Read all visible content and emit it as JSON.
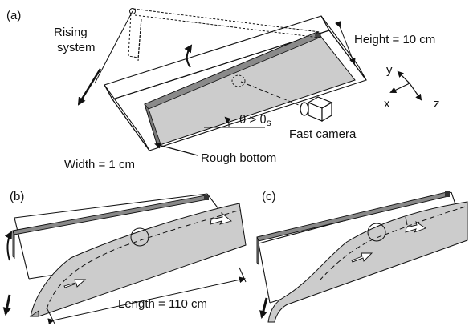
{
  "panels": {
    "a": "(a)",
    "b": "(b)",
    "c": "(c)"
  },
  "labels": {
    "rising_line1": "Rising",
    "rising_line2": "system",
    "height": "Height = 10 cm",
    "theta_prefix": "θ > θ",
    "theta_sub": "s",
    "fast_camera": "Fast camera",
    "rough_bottom": "Rough bottom",
    "width": "Width = 1 cm",
    "length": "Length = 110 cm"
  },
  "axes": {
    "y": "y",
    "x": "x",
    "z": "z"
  },
  "colors": {
    "fill": "#cccccc",
    "rail": "#888888",
    "dark": "#6e6e6e",
    "stroke": "#111111"
  }
}
